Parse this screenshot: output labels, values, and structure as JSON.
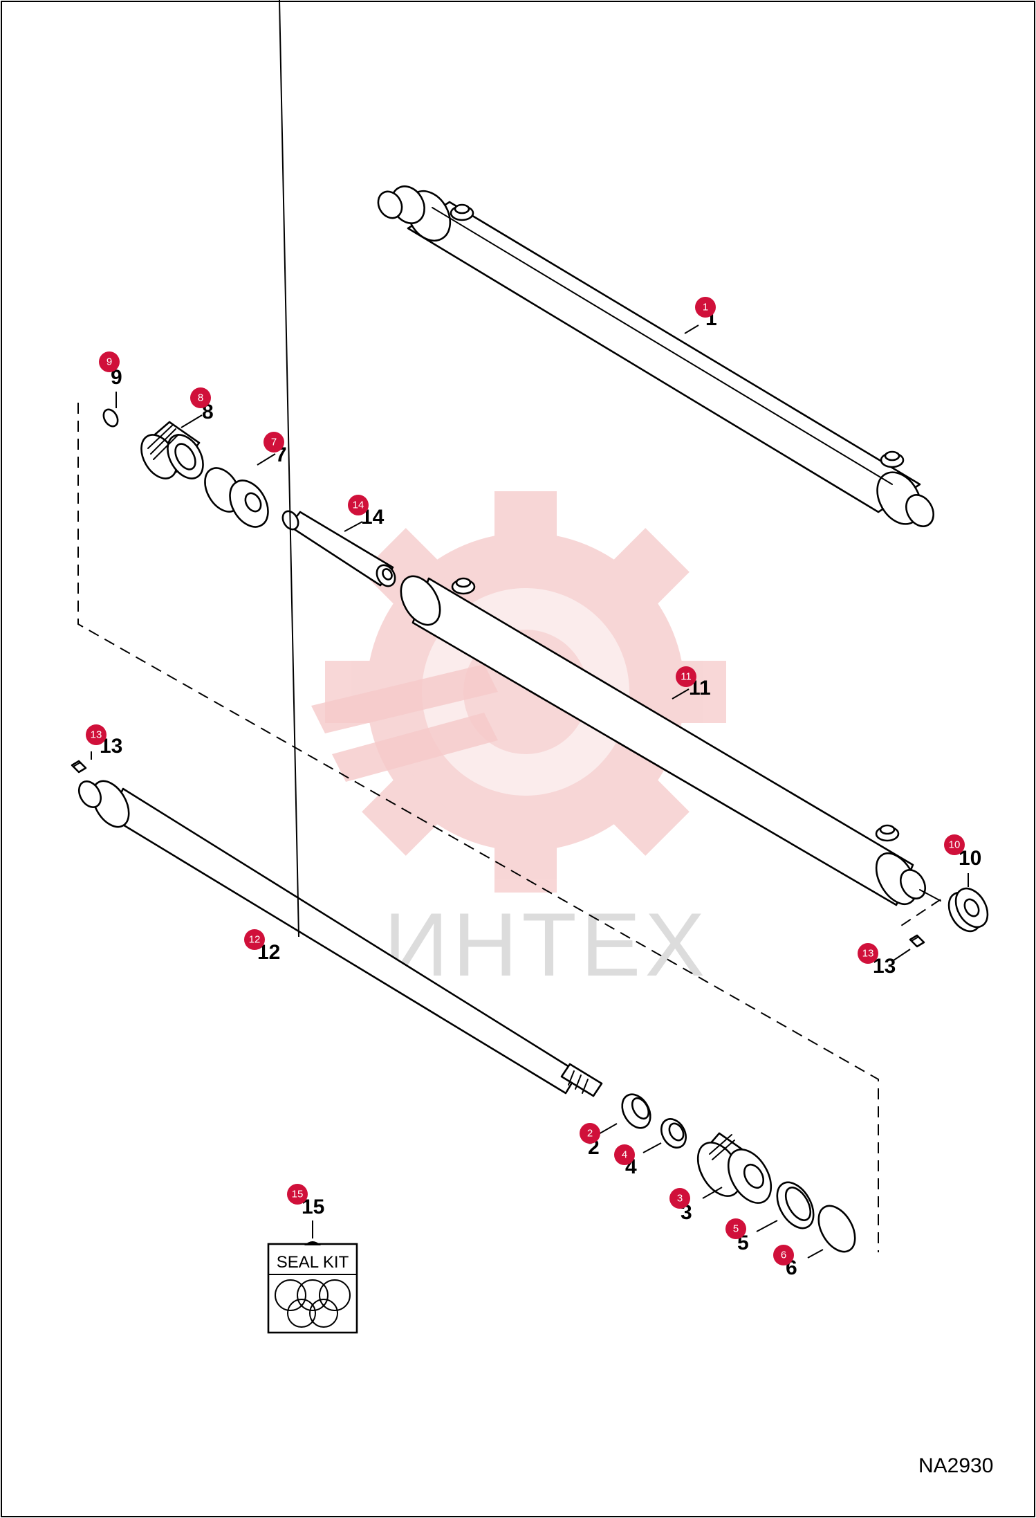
{
  "diagram_code": "NA2930",
  "watermark": "ИНТЕХ",
  "seal_kit_label": "SEAL KIT",
  "parts": [
    {
      "n": "1",
      "label": "1"
    },
    {
      "n": "2",
      "label": "2"
    },
    {
      "n": "3",
      "label": "3"
    },
    {
      "n": "4",
      "label": "4"
    },
    {
      "n": "5",
      "label": "5"
    },
    {
      "n": "6",
      "label": "6"
    },
    {
      "n": "7",
      "label": "7"
    },
    {
      "n": "8",
      "label": "8"
    },
    {
      "n": "9",
      "label": "9"
    },
    {
      "n": "10",
      "label": "10"
    },
    {
      "n": "11",
      "label": "11"
    },
    {
      "n": "12",
      "label": "12"
    },
    {
      "n": "13",
      "label": "13"
    },
    {
      "n": "14",
      "label": "14"
    },
    {
      "n": "15",
      "label": "15"
    }
  ],
  "colors": {
    "badge": "#d0103a",
    "watermark": "#f5c9c9"
  }
}
